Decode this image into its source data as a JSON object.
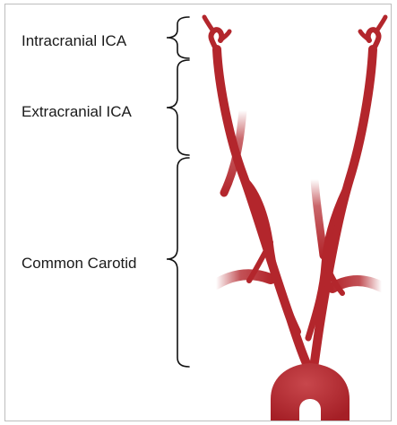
{
  "labels": {
    "intracranial": "Intracranial ICA",
    "extracranial": "Extracranial ICA",
    "common": "Common Carotid"
  },
  "colors": {
    "artery": "#b3262c",
    "artery_dark": "#8f1b22",
    "artery_light": "#c8474c",
    "bracket": "#111111",
    "border": "#bdbdbd"
  }
}
